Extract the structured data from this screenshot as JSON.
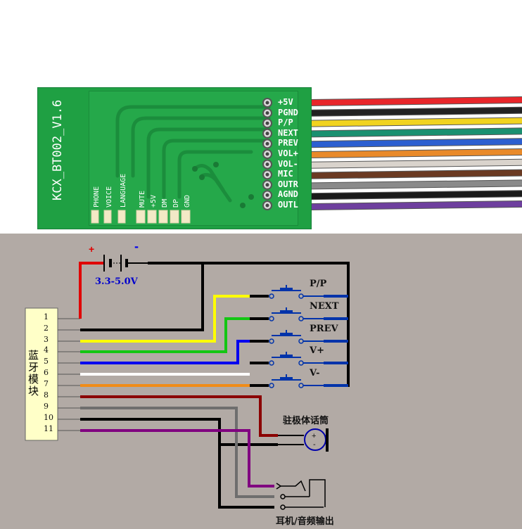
{
  "photo": {
    "board_label": "KCX_BT002_V1.6",
    "pin_labels": [
      "+5V",
      "PGND",
      "P/P",
      "NEXT",
      "PREV",
      "VOL+",
      "VOL-",
      "MIC",
      "OUTR",
      "AGND",
      "OUTL"
    ],
    "bottom_labels": [
      "PHONE",
      "VOICE",
      "LANGUAGE",
      "MUTE",
      "+5V",
      "DM",
      "DP",
      "GND"
    ],
    "wire_colors": [
      "#e8262a",
      "#222222",
      "#f1d320",
      "#1a9070",
      "#2c5fd0",
      "#e98a2a",
      "#d9d3cc",
      "#6b3a22",
      "#8a8a8a",
      "#1a1a1a",
      "#6e3f9e"
    ]
  },
  "schematic": {
    "module_label": "蓝牙模块",
    "pin_numbers": [
      "1",
      "2",
      "3",
      "4",
      "5",
      "6",
      "7",
      "8",
      "9",
      "10",
      "11"
    ],
    "battery_plus": "+",
    "battery_minus": "-",
    "battery_voltage": "3.3-5.0V",
    "switch_labels": [
      "P/P",
      "NEXT",
      "PREV",
      "V+",
      "V-"
    ],
    "mic_label": "驻极体话筒",
    "mic_plus": "+",
    "mic_minus": "-",
    "jack_label": "耳机/音频输出",
    "wire_colors": {
      "red": "#e00000",
      "black": "#000000",
      "yellow": "#ffff00",
      "green": "#13c613",
      "blue": "#0000ee",
      "white": "#ffffff",
      "orange": "#f08c18",
      "darkred": "#8b0000",
      "gray": "#6e6e6e",
      "purple": "#800080",
      "switch_blue": "#0033aa"
    }
  }
}
